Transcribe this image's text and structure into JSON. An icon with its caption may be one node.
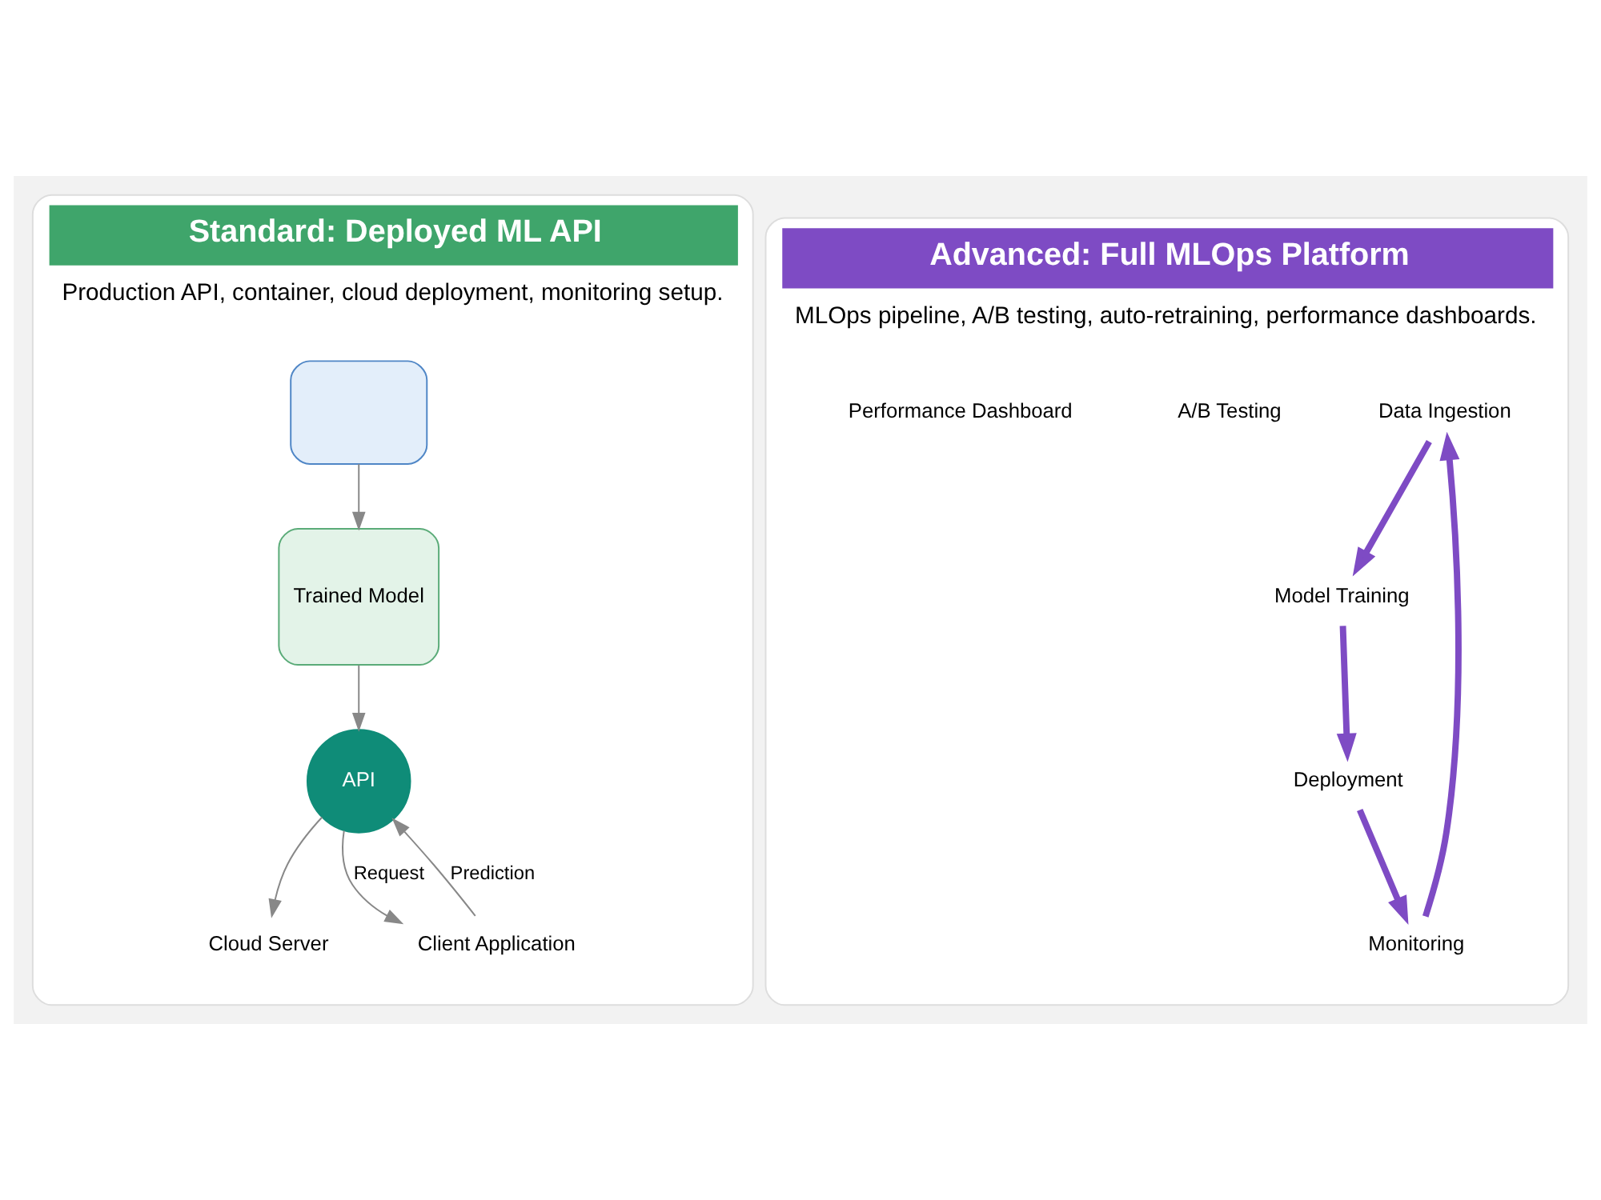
{
  "diagram": {
    "nodes": [
      {
        "text": [
          "Standard: Deployed ML API",
          "Production API, container, cloud deployment, monitoring setup."
        ]
      },
      {
        "text": [
          "Trained Model"
        ],
        "in": 0
      },
      {
        "text": [
          "API"
        ],
        "in": 0
      },
      {
        "text": [
          "Cloud Server"
        ],
        "in": 0
      },
      {
        "text": [
          "Client Application"
        ],
        "in": 0
      },
      {
        "text": [],
        "shape": "box",
        "in": 0
      },
      {
        "text": [
          "Advanced: Full MLOps Platform",
          "MLOps pipeline, A/B testing, auto-retraining, performance dashboards."
        ]
      },
      {
        "text": [
          "Data Ingestion"
        ],
        "in": 6
      },
      {
        "text": [
          "A/B Testing"
        ],
        "in": 6
      },
      {
        "text": [
          "Model Training"
        ],
        "in": 6
      },
      {
        "text": [
          "Monitoring"
        ],
        "in": 6
      },
      {
        "text": [
          "Performance Dashboard"
        ],
        "in": 6
      },
      {
        "text": [
          "Deployment"
        ],
        "in": 6
      }
    ],
    "edges": [
      {
        "from": 1,
        "to": 2,
        "arrow": "to"
      },
      {
        "from": 2,
        "to": 3,
        "arrow": "to"
      },
      {
        "from": 2,
        "to": 4,
        "arrow": "to",
        "label": "Request"
      },
      {
        "from": 4,
        "to": 2,
        "arrow": "to",
        "label": "Prediction"
      },
      {
        "from": 5,
        "to": 1,
        "arrow": "to"
      },
      {
        "from": 7,
        "to": 9,
        "arrow": "to",
        "style": "thick",
        "color": "#7e4bc4"
      },
      {
        "from": 9,
        "to": 12,
        "arrow": "to",
        "style": "thick",
        "color": "#7e4bc4"
      },
      {
        "from": 12,
        "to": 10,
        "arrow": "to",
        "style": "thick",
        "color": "#7e4bc4"
      },
      {
        "from": 10,
        "to": 7,
        "arrow": "to",
        "style": "thick",
        "color": "#7e4bc4"
      }
    ]
  }
}
